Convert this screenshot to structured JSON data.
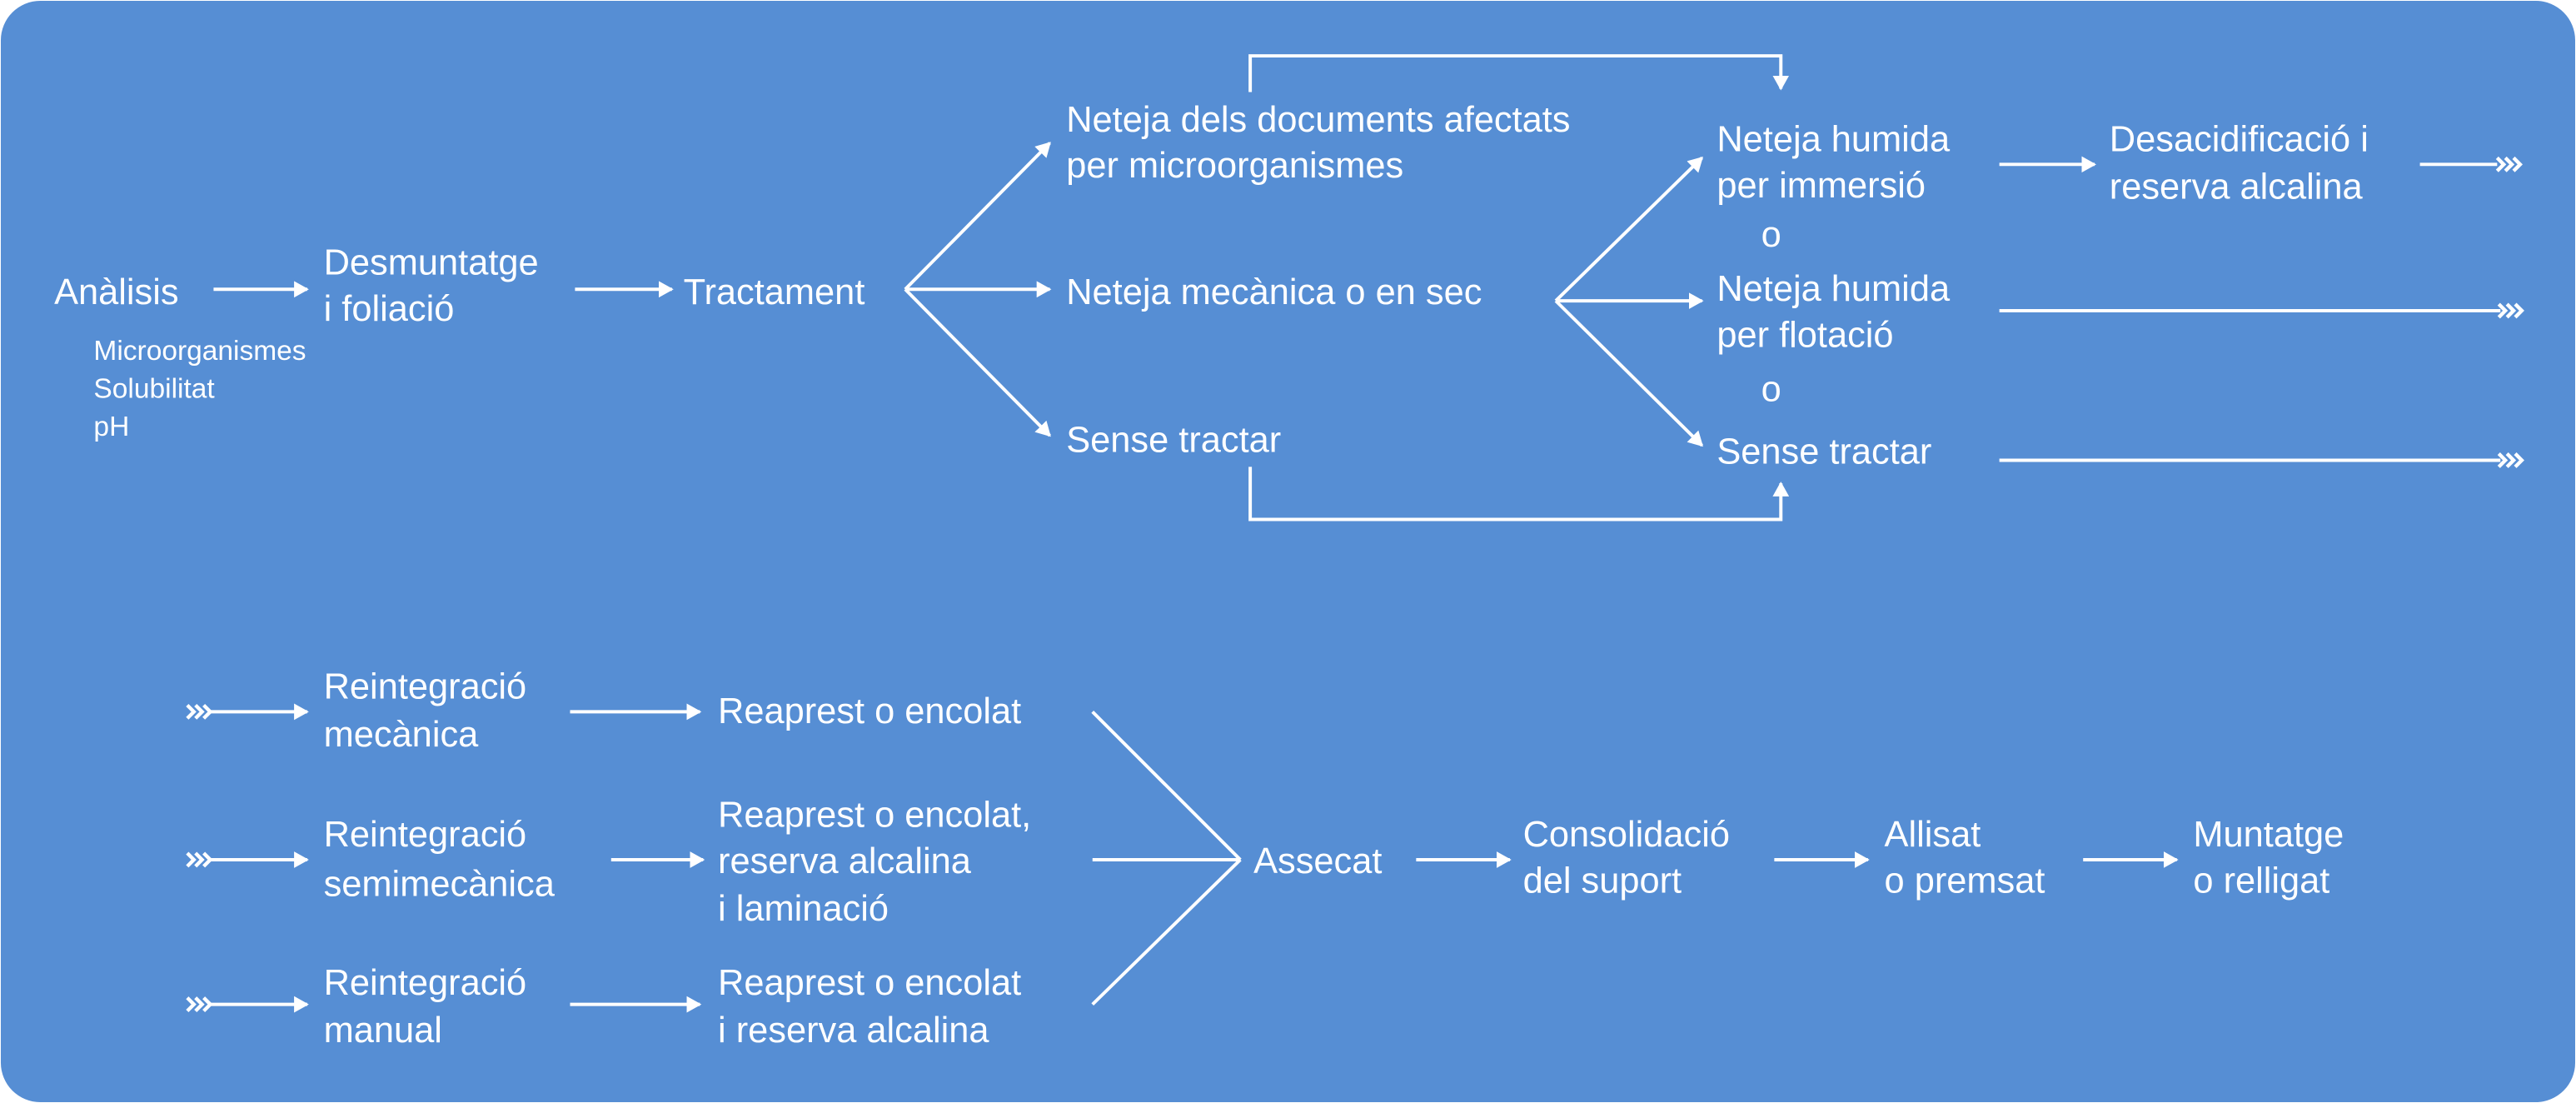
{
  "colors": {
    "background": "#568ed4",
    "foreground": "#ffffff"
  },
  "top_flow": {
    "analisis": "Anàlisis",
    "analisis_notes": [
      "Microorganismes",
      "Solubilitat",
      "pH"
    ],
    "desmuntatge": [
      "Desmuntatge",
      "i foliació"
    ],
    "tractament": "Tractament",
    "branches": {
      "neteja_micro": [
        "Neteja dels documents afectats",
        "per microorganismes"
      ],
      "neteja_mecanica": "Neteja mecànica o en sec",
      "sense_tractar": "Sense tractar"
    },
    "wet": {
      "immersio": [
        "Neteja humida",
        "per immersió"
      ],
      "o1": "o",
      "flotacio": [
        "Neteja humida",
        "per flotació"
      ],
      "o2": "o",
      "sense_tractar": "Sense tractar"
    },
    "desacidificacio": [
      "Desacidificació i",
      "reserva alcalina"
    ]
  },
  "bottom_flow": {
    "reintegracio": [
      [
        "Reintegració",
        "mecànica"
      ],
      [
        "Reintegració",
        "semimecànica"
      ],
      [
        "Reintegració",
        "manual"
      ]
    ],
    "reaprest": [
      [
        "Reaprest o encolat"
      ],
      [
        "Reaprest o encolat,",
        "reserva alcalina",
        "i laminació"
      ],
      [
        "Reaprest o encolat",
        "i reserva alcalina"
      ]
    ],
    "assecat": "Assecat",
    "consolidacio": [
      "Consolidació",
      "del suport"
    ],
    "allisat": [
      "Allisat",
      "o premsat"
    ],
    "muntatge": [
      "Muntatge",
      "o relligat"
    ]
  }
}
